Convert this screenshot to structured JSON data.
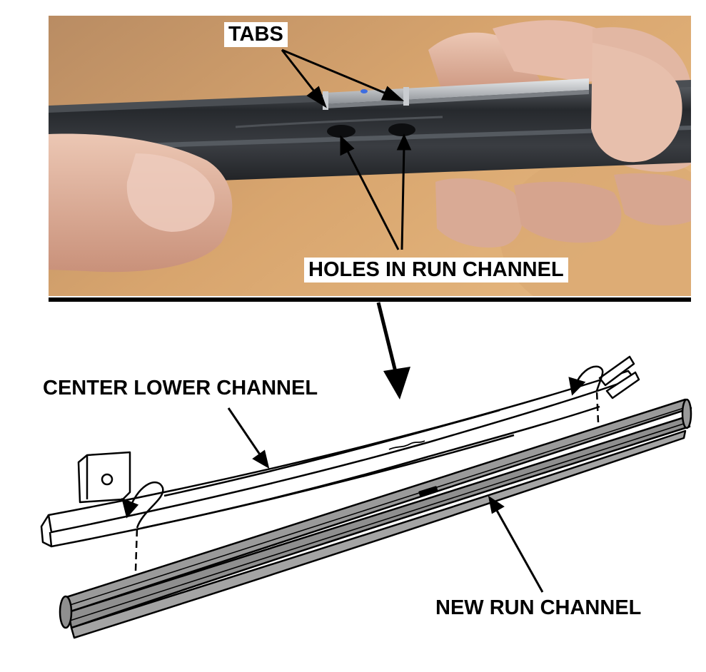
{
  "labels": {
    "tabs": "TABS",
    "holes": "HOLES IN RUN CHANNEL",
    "center_channel": "CENTER LOWER CHANNEL",
    "new_channel": "NEW RUN CHANNEL"
  },
  "colors": {
    "photo_background": "#c99a68",
    "skin": "#dcb09b",
    "channel_rubber": "#2b2e33",
    "channel_metal": "#aeb1b4",
    "new_channel_fill": "#9a9a9a",
    "ink": "#000000"
  }
}
